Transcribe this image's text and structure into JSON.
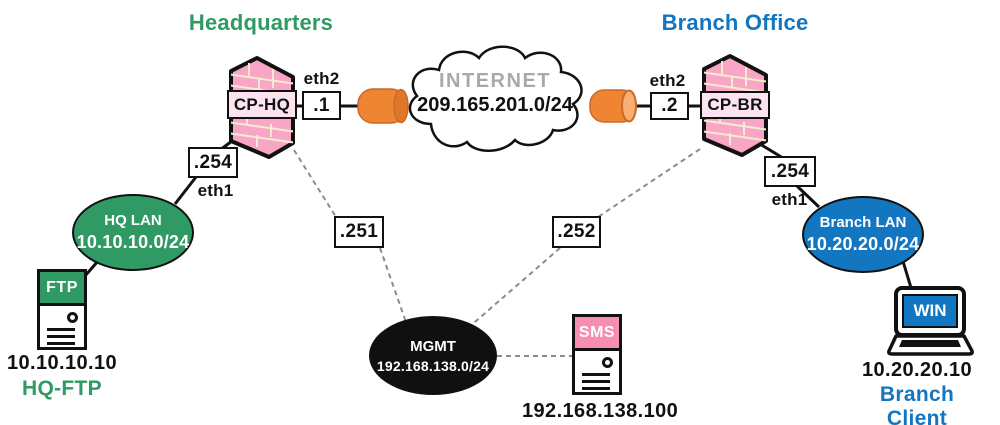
{
  "titles": {
    "hq": "Headquarters",
    "branch": "Branch Office"
  },
  "internet": {
    "label": "INTERNET",
    "subnet": "209.165.201.0/24"
  },
  "hq": {
    "firewall": "CP-HQ",
    "eth2_label": "eth2",
    "eth2_ip": ".1",
    "eth1_label": "eth1",
    "eth1_ip": ".254",
    "mgmt_ip": ".251",
    "lan": {
      "name": "HQ LAN",
      "subnet": "10.10.10.0/24"
    },
    "server": {
      "badge": "FTP",
      "ip": "10.10.10.10",
      "name": "HQ-FTP"
    }
  },
  "branch": {
    "firewall": "CP-BR",
    "eth2_label": "eth2",
    "eth2_ip": ".2",
    "eth1_label": "eth1",
    "eth1_ip": ".254",
    "mgmt_ip": ".252",
    "lan": {
      "name": "Branch LAN",
      "subnet": "10.20.20.0/24"
    },
    "client": {
      "badge": "WIN",
      "ip": "10.20.20.10",
      "name": "Branch Client"
    }
  },
  "mgmt": {
    "name": "MGMT",
    "subnet": "192.168.138.0/24",
    "server": {
      "badge": "SMS",
      "ip": "192.168.138.100"
    }
  },
  "colors": {
    "hq_green": "#2f9a63",
    "branch_blue": "#1276c0",
    "firewall_pink": "#f8a5c6",
    "firewall_band_pink": "#fbe4ef",
    "sms_pink": "#f78db0",
    "cylinder_orange": "#ef8433",
    "internet_gray": "#a9a9a9",
    "mgmt_black": "#101010",
    "dash_gray": "#8c8c8c"
  }
}
